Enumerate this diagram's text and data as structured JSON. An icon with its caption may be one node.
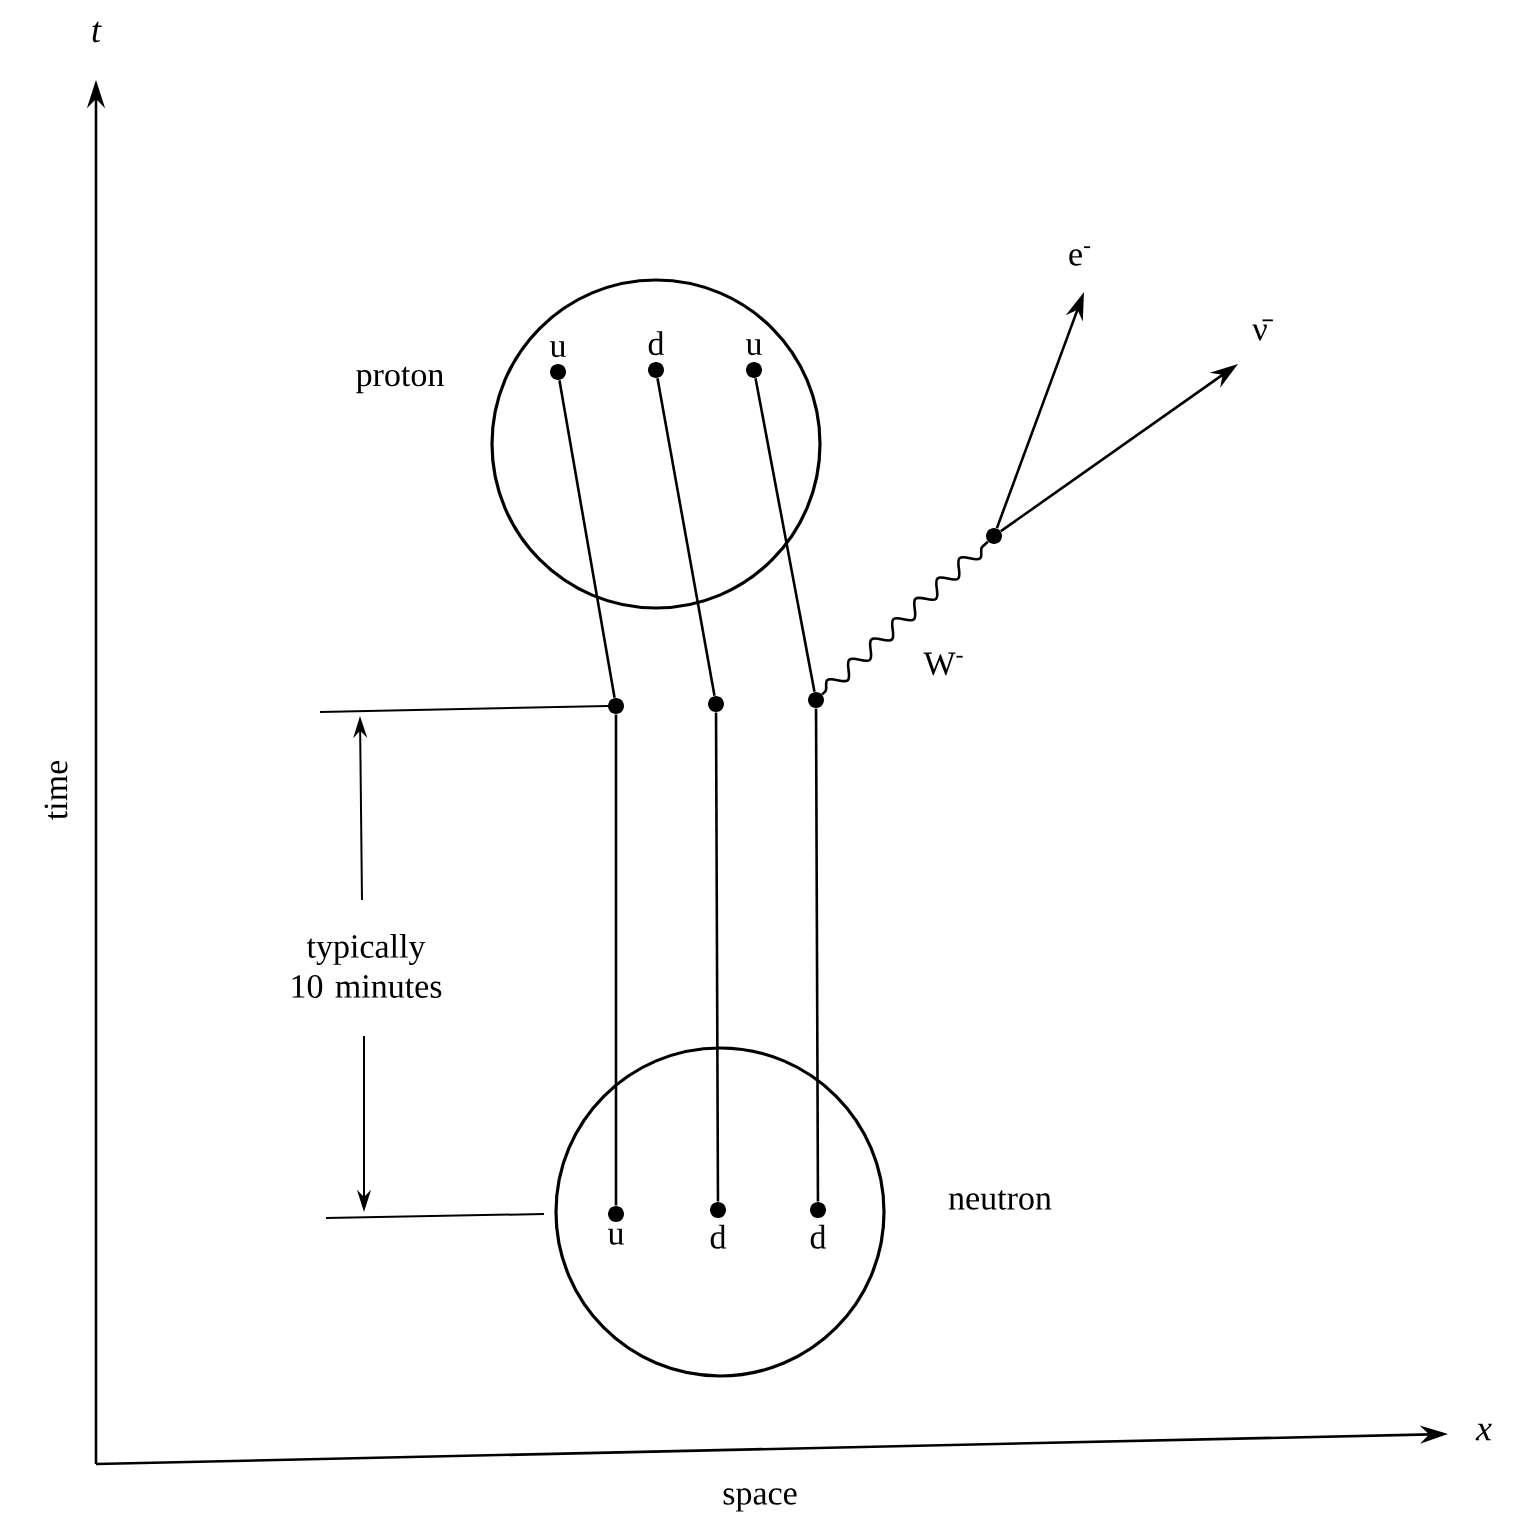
{
  "diagram": {
    "nodes": [
      {
        "text": [],
        "shape": "circle",
        "beside": [
          "proton"
        ]
      },
      {
        "text": [
          "u"
        ],
        "in": 0
      },
      {
        "text": [
          "d"
        ],
        "in": 0
      },
      {
        "text": [
          "u"
        ],
        "in": 0
      },
      {
        "text": [],
        "shape": "circle",
        "beside": [
          "neutron"
        ]
      },
      {
        "text": [
          "u"
        ],
        "in": 4
      },
      {
        "text": [
          "d"
        ],
        "in": 4
      },
      {
        "text": [
          "d"
        ],
        "in": 4
      },
      {
        "text": [],
        "shape": "circle"
      },
      {
        "text": [],
        "shape": "circle"
      },
      {
        "text": [],
        "shape": "circle"
      },
      {
        "text": [],
        "shape": "circle"
      }
    ],
    "edges": [
      {
        "from": 5,
        "to": 8,
        "arrow": "none"
      },
      {
        "from": 8,
        "to": 1,
        "arrow": "none"
      },
      {
        "from": 6,
        "to": 9,
        "arrow": "none"
      },
      {
        "from": 9,
        "to": 2,
        "arrow": "none"
      },
      {
        "from": 7,
        "to": 10,
        "arrow": "none"
      },
      {
        "from": 10,
        "to": 3,
        "arrow": "none"
      },
      {
        "from": 10,
        "to": 11,
        "arrow": "none",
        "label": "W$^{-}$"
      },
      {
        "from": 11,
        "to": null,
        "arrow": "to",
        "label": "e$^{-}$"
      },
      {
        "from": 11,
        "to": null,
        "arrow": "to",
        "label": "ν̄"
      }
    ],
    "labels": [
      "t",
      "time",
      "typically 10 minutes",
      "x",
      "space"
    ]
  }
}
